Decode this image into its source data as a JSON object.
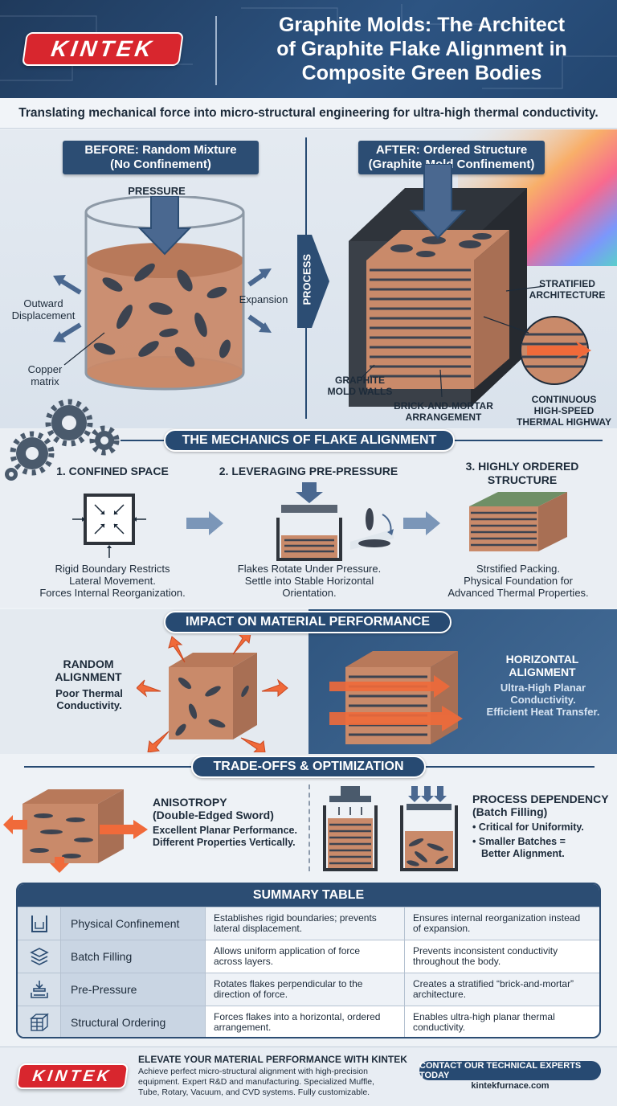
{
  "header": {
    "logo_text": "KINTEK",
    "title_line1": "Graphite Molds: The Architect",
    "title_line2": "of Graphite Flake Alignment in",
    "title_line3": "Composite Green Bodies"
  },
  "subtitle": "Translating mechanical force into micro-structural engineering for ultra-high thermal conductivity.",
  "before_after": {
    "before_title_line1": "BEFORE: Random Mixture",
    "before_title_line2": "(No Confinement)",
    "after_title_line1": "AFTER: Ordered Structure",
    "after_title_line2": "(Graphite Mold Confinement)",
    "pressure": "PRESSURE",
    "outward_line1": "Outward",
    "outward_line2": "Displacement",
    "expansion": "Expansion",
    "copper_line1": "Copper",
    "copper_line2": "matrix",
    "process": "PROCESS",
    "stratified_line1": "STRATIFIED",
    "stratified_line2": "ARCHITECTURE",
    "walls_line1": "GRAPHITE",
    "walls_line2": "MOLD WALLS",
    "brick_line1": "BRICK-AND-MORTAR",
    "brick_line2": "ARRANGEMENT",
    "highway_line1": "CONTINUOUS",
    "highway_line2": "HIGH-SPEED",
    "highway_line3": "THERMAL HIGHWAY"
  },
  "mechanics": {
    "banner": "THE MECHANICS OF FLAKE ALIGNMENT",
    "step1_title": "1. CONFINED SPACE",
    "step1_line1": "Rigid Boundary Restricts",
    "step1_line2": "Lateral Movement.",
    "step1_line3": "Forces Internal Reorganization.",
    "step2_title": "2. LEVERAGING PRE-PRESSURE",
    "step2_line1": "Flakes Rotate Under Pressure.",
    "step2_line2": "Settle into Stable Horizontal",
    "step2_line3": "Orientation.",
    "step3_title_line1": "3. HIGHLY ORDERED",
    "step3_title_line2": "STRUCTURE",
    "step3_line1": "Strstified Packing.",
    "step3_line2": "Physical Foundation for",
    "step3_line3": "Advanced Thermal Properties."
  },
  "impact": {
    "banner": "IMPACT ON MATERIAL PERFORMANCE",
    "random_title_line1": "RANDOM",
    "random_title_line2": "ALIGNMENT",
    "random_desc_line1": "Poor Thermal",
    "random_desc_line2": "Conductivity.",
    "horizontal_title_line1": "HORIZONTAL",
    "horizontal_title_line2": "ALIGNMENT",
    "horizontal_desc_line1": "Ultra-High Planar",
    "horizontal_desc_line2": "Conductivity.",
    "horizontal_desc_line3": "Efficient Heat Transfer."
  },
  "tradeoffs": {
    "banner": "TRADE-OFFS & OPTIMIZATION",
    "aniso_title_line1": "ANISOTROPY",
    "aniso_title_line2": "(Double-Edged Sword)",
    "aniso_desc_line1": "Excellent Planar Performance.",
    "aniso_desc_line2": "Different Properties Vertically.",
    "process_title_line1": "PROCESS DEPENDENCY",
    "process_title_line2": "(Batch Filling)",
    "bullet1": "Critical for Uniformity.",
    "bullet2_line1": "Smaller Batches =",
    "bullet2_line2": "Better Alignment."
  },
  "summary": {
    "title": "SUMMARY TABLE",
    "rows": [
      {
        "name": "Physical Confinement",
        "effect_line1": "Establishes rigid boundaries; prevents",
        "effect_line2": "lateral displacement.",
        "result_line1": "Ensures internal reorganization instead",
        "result_line2": "of expansion."
      },
      {
        "name": "Batch Filling",
        "effect_line1": "Allows uniform application of force",
        "effect_line2": "across layers.",
        "result_line1": "Prevents inconsistent conductivity",
        "result_line2": "throughout the body."
      },
      {
        "name": "Pre-Pressure",
        "effect_line1": "Rotates flakes perpendicular to the",
        "effect_line2": "direction of force.",
        "result_line1": "Creates a stratified “brick-and-mortar”",
        "result_line2": "architecture."
      },
      {
        "name": "Structural Ordering",
        "effect_line1": "Forces flakes into a horizontal, ordered",
        "effect_line2": "arrangement.",
        "result_line1": "Enables ultra-high planar thermal",
        "result_line2": "conductivity."
      }
    ]
  },
  "footer": {
    "logo_text": "KINTEK",
    "headline": "ELEVATE YOUR MATERIAL PERFORMANCE WITH KINTEK",
    "body_line1": "Achieve perfect micro-structural alignment with high-precision",
    "body_line2": "equipment. Expert R&D and manufacturing. Specialized Muffle,",
    "body_line3": "Tube, Rotary, Vacuum, and CVD systems. Fully customizable.",
    "cta": "CONTACT OUR TECHNICAL EXPERTS TODAY",
    "url": "kintekfurnace.com"
  },
  "colors": {
    "brand_red": "#d8262e",
    "navy": "#274a72",
    "copper": "#c98a6a",
    "graphite": "#3c4350",
    "heat": "#f06a3a"
  }
}
